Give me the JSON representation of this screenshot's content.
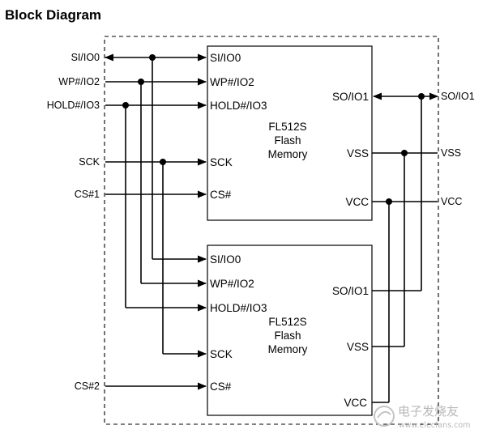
{
  "title": "Block Diagram",
  "external_left": {
    "si": "SI/IO0",
    "wp": "WP#/IO2",
    "hold": "HOLD#/IO3",
    "sck": "SCK",
    "cs1": "CS#1",
    "cs2": "CS#2"
  },
  "external_right": {
    "so": "SO/IO1",
    "vss": "VSS",
    "vcc": "VCC"
  },
  "chip_top": {
    "name_lines": [
      "FL512S",
      "Flash",
      "Memory"
    ],
    "pins": {
      "si": "SI/IO0",
      "wp": "WP#/IO2",
      "hold": "HOLD#/IO3",
      "sck": "SCK",
      "cs": "CS#",
      "so": "SO/IO1",
      "vss": "VSS",
      "vcc": "VCC"
    }
  },
  "chip_bottom": {
    "name_lines": [
      "FL512S",
      "Flash",
      "Memory"
    ],
    "pins": {
      "si": "SI/IO0",
      "wp": "WP#/IO2",
      "hold": "HOLD#/IO3",
      "sck": "SCK",
      "cs": "CS#",
      "so": "SO/IO1",
      "vss": "VSS",
      "vcc": "VCC"
    }
  },
  "watermark": {
    "chinese": "电子发烧友",
    "url": "www.elecfans.com"
  }
}
